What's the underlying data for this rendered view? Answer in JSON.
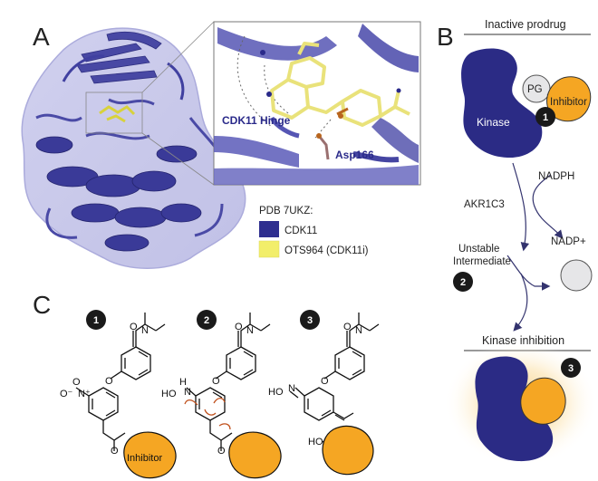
{
  "panels": {
    "a": "A",
    "b": "B",
    "c": "C"
  },
  "panel_a": {
    "hinge_label": "CDK11 Hinge",
    "residue_label": "Asp166",
    "legend_title": "PDB 7UKZ:",
    "legend_items": [
      {
        "label": "CDK11",
        "color": "#2e2e8f"
      },
      {
        "label": "OTS964 (CDK11i)",
        "color": "#f2ee6a"
      }
    ]
  },
  "panel_b": {
    "title_top": "Inactive prodrug",
    "kinase": "Kinase",
    "pg": "PG",
    "inhibitor": "Inhibitor",
    "nadph": "NADPH",
    "enzyme": "AKR1C3",
    "nadp": "NADP+",
    "intermediate_line1": "Unstable",
    "intermediate_line2": "Intermediate",
    "title_bottom": "Kinase inhibition",
    "steps": [
      "1",
      "2",
      "3"
    ]
  },
  "panel_c": {
    "steps": [
      "1",
      "2",
      "3"
    ],
    "inhibitor": "Inhibitor",
    "atoms": {
      "o": "O",
      "n": "N",
      "o_minus": "O⁻",
      "n_plus": "N⁺",
      "ho": "HO",
      "h": "H"
    }
  },
  "colors": {
    "kinase_blue": "#2b2b85",
    "ribbon_blue": "#4a4aa6",
    "inhibitor_orange": "#f5a623",
    "pg_gray": "#e6e6e8",
    "ligand_yellow": "#f2ee6a",
    "step_circle": "#1a1a1a",
    "glow": "#f7c35f"
  }
}
